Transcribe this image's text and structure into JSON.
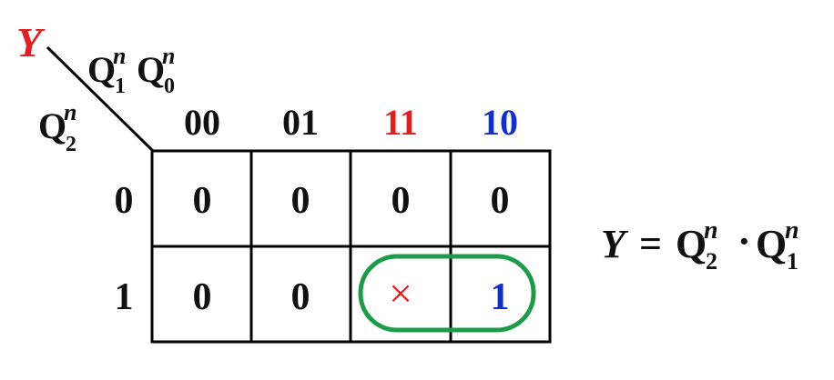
{
  "kmap": {
    "output_var": "Y",
    "col_var": {
      "q1": "Q",
      "q1_sub": "1",
      "q1_sup": "n",
      "q0": "Q",
      "q0_sub": "0",
      "q0_sup": "n"
    },
    "row_var": {
      "q": "Q",
      "q_sub": "2",
      "q_sup": "n"
    },
    "col_headers": [
      "00",
      "01",
      "11",
      "10"
    ],
    "col_header_colors": [
      "#111111",
      "#111111",
      "#e02020",
      "#1030c8"
    ],
    "row_headers": [
      "0",
      "1"
    ],
    "cells": [
      [
        "0",
        "0",
        "0",
        "0"
      ],
      [
        "0",
        "0",
        "×",
        "1"
      ]
    ],
    "dont_care_color": "#e02020",
    "one_color": "#1030c8",
    "group_color": "#1f9a4a"
  },
  "equation": {
    "lhs": "Y",
    "equals": "=",
    "t1": "Q",
    "t1_sub": "2",
    "t1_sup": "n",
    "dot": "·",
    "t2": "Q",
    "t2_sub": "1",
    "t2_sup": "n"
  }
}
